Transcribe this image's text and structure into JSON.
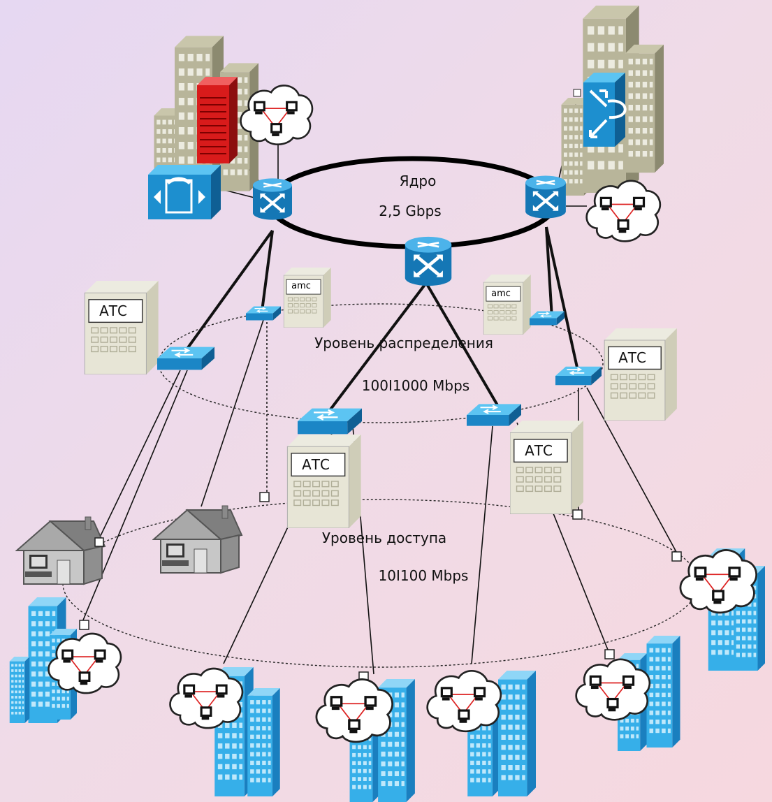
{
  "diagram": {
    "core": {
      "name": "Ядро",
      "speed": "2,5 Gbps"
    },
    "distribution": {
      "name": "Уровень распределения",
      "speed": "100I1000 Mbps"
    },
    "access": {
      "name": "Уровень доступа",
      "speed": "10I100 Mbps"
    },
    "exchange_label": "АТС",
    "small_exchange_label": "amc",
    "colors": {
      "cisco_blue": "#1d8fcf",
      "office_building": "#b8b59a",
      "client_building": "#35aee8",
      "firewall_red": "#d81b1b",
      "house_gray": "#9a9a9a"
    },
    "icons": [
      "core-router-icon",
      "distribution-switch-icon",
      "access-switch-icon",
      "exchange-building-icon",
      "office-building-icon",
      "client-building-icon",
      "cloud-lan-icon",
      "house-icon",
      "firewall-icon",
      "ip-phone-icon",
      "layer3-switch-icon"
    ]
  }
}
